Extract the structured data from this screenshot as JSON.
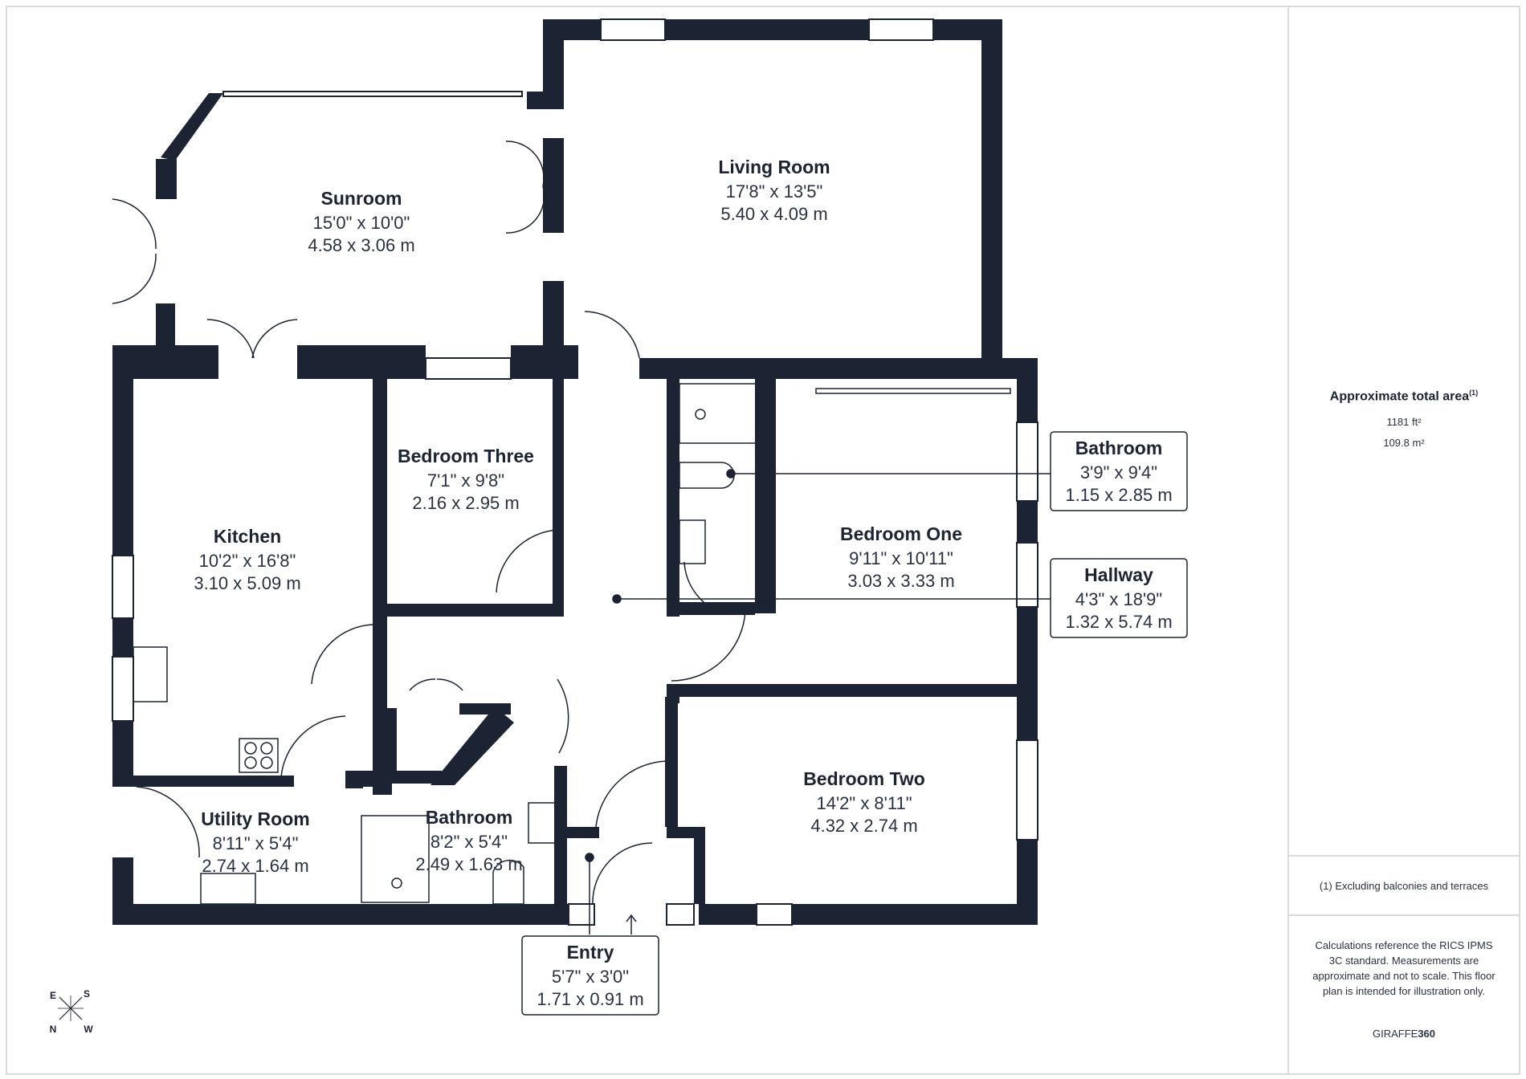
{
  "rooms": {
    "sunroom": {
      "name": "Sunroom",
      "imperial": "15'0\" x 10'0\"",
      "metric": "4.58 x 3.06 m"
    },
    "living_room": {
      "name": "Living Room",
      "imperial": "17'8\" x 13'5\"",
      "metric": "5.40 x 4.09 m"
    },
    "bedroom_three": {
      "name": "Bedroom Three",
      "imperial": "7'1\" x 9'8\"",
      "metric": "2.16 x 2.95 m"
    },
    "kitchen": {
      "name": "Kitchen",
      "imperial": "10'2\" x 16'8\"",
      "metric": "3.10 x 5.09 m"
    },
    "bedroom_one": {
      "name": "Bedroom One",
      "imperial": "9'11\" x 10'11\"",
      "metric": "3.03 x 3.33 m"
    },
    "bathroom_en": {
      "name": "Bathroom",
      "imperial": "3'9\" x 9'4\"",
      "metric": "1.15 x 2.85 m"
    },
    "hallway": {
      "name": "Hallway",
      "imperial": "4'3\" x 18'9\"",
      "metric": "1.32 x 5.74 m"
    },
    "bedroom_two": {
      "name": "Bedroom Two",
      "imperial": "14'2\" x 8'11\"",
      "metric": "4.32 x 2.74 m"
    },
    "utility_room": {
      "name": "Utility Room",
      "imperial": "8'11\" x 5'4\"",
      "metric": "2.74 x 1.64 m"
    },
    "bathroom": {
      "name": "Bathroom",
      "imperial": "8'2\" x 5'4\"",
      "metric": "2.49 x 1.63 m"
    },
    "entry": {
      "name": "Entry",
      "imperial": "5'7\" x 3'0\"",
      "metric": "1.71 x 0.91 m"
    }
  },
  "sidebar": {
    "area_title": "Approximate total area",
    "area_title_sup": "(1)",
    "area_sqft": "1181 ft²",
    "area_sqm": "109.8 m²",
    "footnote": "(1) Excluding balconies and terraces",
    "disclaimer": "Calculations reference the RICS IPMS 3C standard. Measurements are approximate and not to scale. This floor plan is intended for illustration only.",
    "brand_a": "GIRAFFE",
    "brand_b": "360"
  },
  "compass": {
    "e": "E",
    "s": "S",
    "n": "N",
    "w": "W"
  },
  "colors": {
    "wall": "#1c2333",
    "line": "#1c2333",
    "background": "#ffffff",
    "frame": "#c8c8c8"
  }
}
